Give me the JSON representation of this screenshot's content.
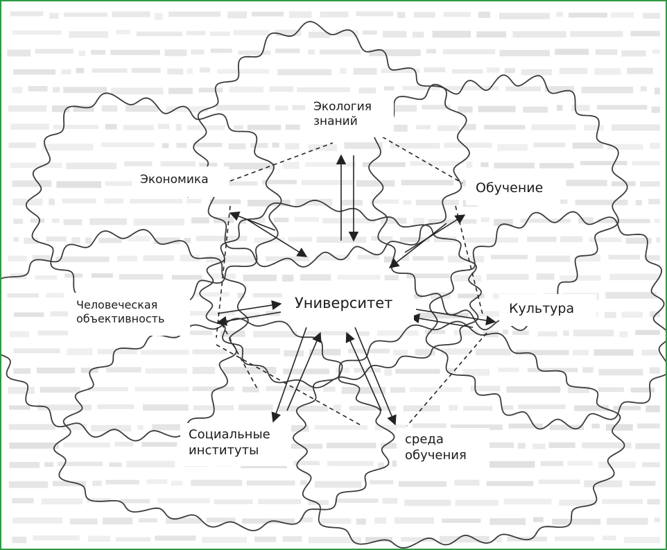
{
  "diagram": {
    "nodes": {
      "center": "Университет",
      "ecology": [
        "Экология",
        "знаний"
      ],
      "economy": "Экономика",
      "education": "Обучение",
      "human": [
        "Человеческая",
        "объективность"
      ],
      "culture": "Культура",
      "social": [
        "Социальные",
        "институты"
      ],
      "environment": [
        "среда",
        "обучения"
      ]
    }
  },
  "colors": {
    "frame_border": "#2e9a45",
    "outer_background": "#d6dee3",
    "line": "#222222"
  }
}
